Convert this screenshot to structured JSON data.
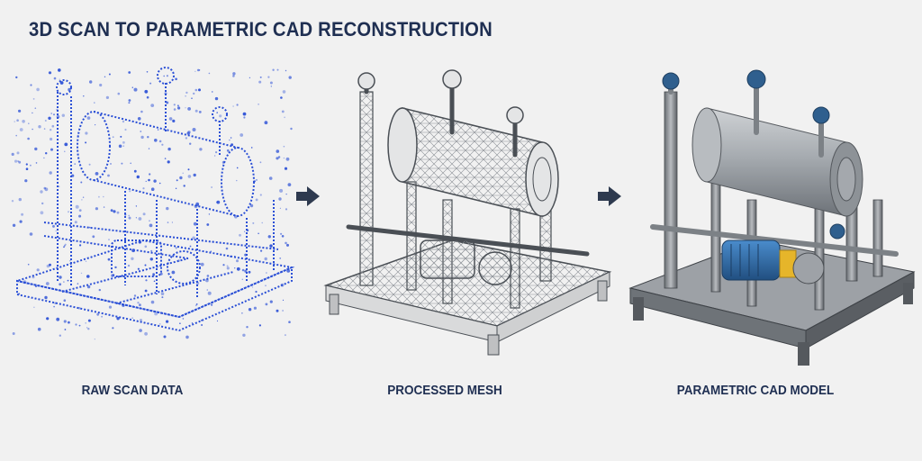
{
  "title": "3D SCAN TO PARAMETRIC CAD RECONSTRUCTION",
  "stages": [
    {
      "label": "RAW SCAN DATA",
      "style": "point-cloud",
      "color": "#2a4fd6"
    },
    {
      "label": "PROCESSED MESH",
      "style": "wireframe-mesh",
      "color": "#555a60"
    },
    {
      "label": "PARAMETRIC CAD MODEL",
      "style": "solid-model",
      "color": "#8e9398"
    }
  ],
  "arrow_icon": "right-arrow-icon",
  "colors": {
    "title": "#1f2f52",
    "background": "#f1f1f1",
    "arrow": "#2e3a4f",
    "motor": "#2f6fb0",
    "coupling": "#e6b52a"
  }
}
